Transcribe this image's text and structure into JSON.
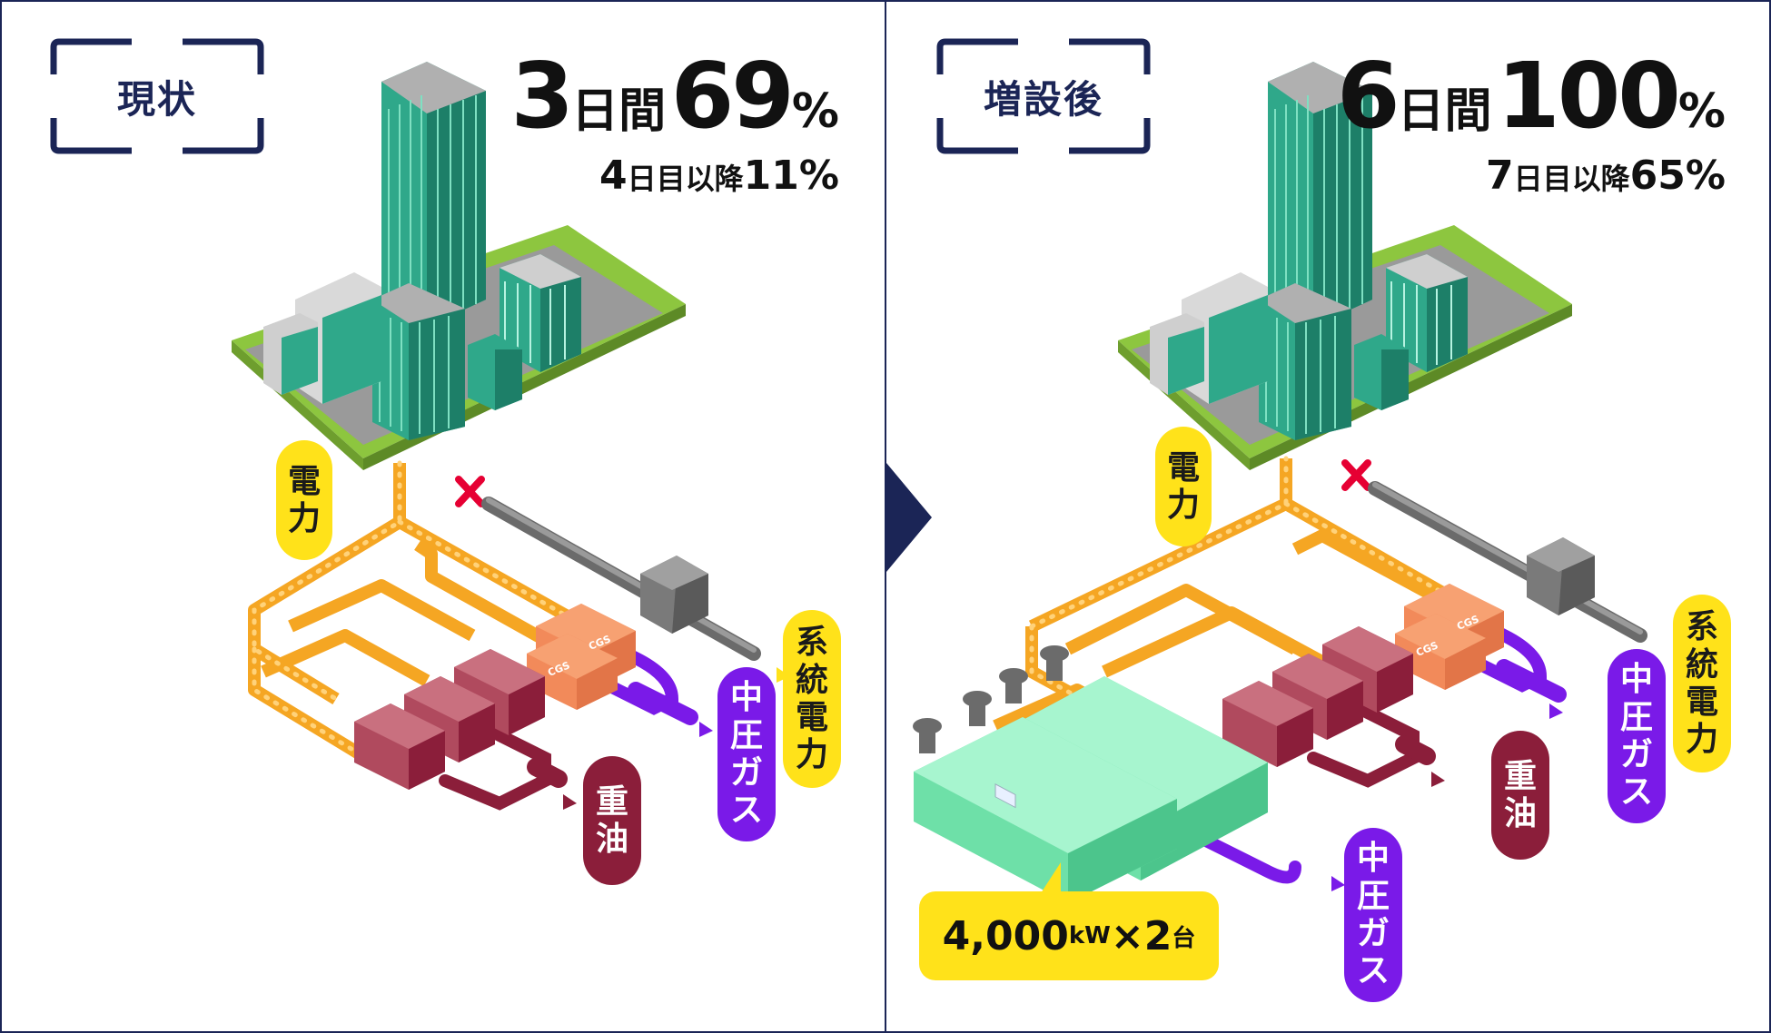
{
  "before": {
    "tag": "現状",
    "stat_days_num": "3",
    "stat_days_unit": "日間",
    "stat_pct_num": "69",
    "stat_pct_unit": "%",
    "sub_num": "4",
    "sub_text": "日目以降",
    "sub_pct": "11%",
    "label_power": [
      "電",
      "力"
    ],
    "label_grid": [
      "系",
      "統",
      "電",
      "力"
    ],
    "label_gas": [
      "中",
      "圧",
      "ガ",
      "ス"
    ],
    "label_oil": [
      "重",
      "油"
    ],
    "cgs_label": "CGS"
  },
  "after": {
    "tag": "増設後",
    "stat_days_num": "6",
    "stat_days_unit": "日間",
    "stat_pct_num": "100",
    "stat_pct_unit": "%",
    "sub_num": "7",
    "sub_text": "日目以降",
    "sub_pct": "65%",
    "label_power": [
      "電",
      "力"
    ],
    "label_grid": [
      "系",
      "統",
      "電",
      "力"
    ],
    "label_gas": [
      "中",
      "圧",
      "ガ",
      "ス"
    ],
    "label_oil": [
      "重",
      "油"
    ],
    "label_gas2": [
      "中",
      "圧",
      "ガ",
      "ス"
    ],
    "cgs_label": "CGS",
    "callout_num": "4,000",
    "callout_unit": "kW",
    "callout_times": "×2",
    "callout_count": "台"
  },
  "colors": {
    "navy": "#1b2556",
    "yellow": "#ffe21a",
    "purple": "#7a1ae8",
    "maroon": "#8b1e3a",
    "orange_cable": "#f5a623",
    "building_green": "#2fa88a",
    "ground_green": "#8dc63f",
    "cgs_orange": "#f7a172",
    "generator_mint": "#7ff0b8"
  },
  "icons": [
    "building-icon",
    "cross-icon",
    "transmission-line-icon",
    "cgs-unit-icon",
    "oil-generator-icon",
    "gas-generator-icon",
    "chevron-right-icon"
  ]
}
